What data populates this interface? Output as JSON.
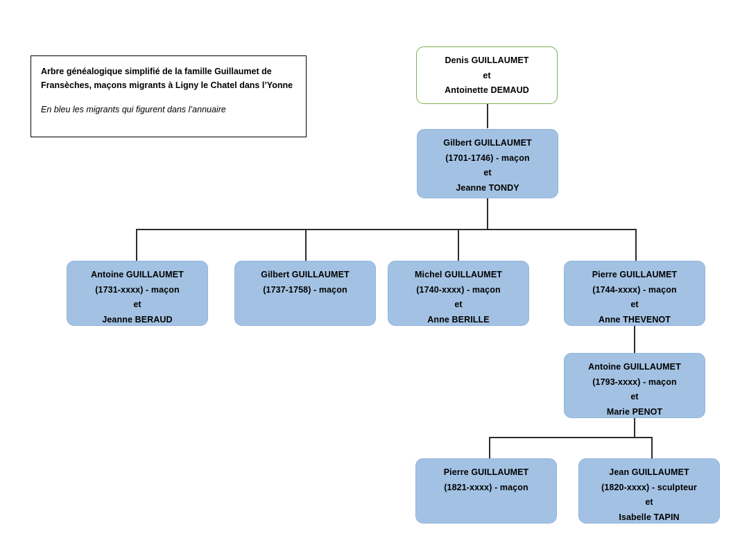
{
  "legend": {
    "title": "Arbre généalogique simplifié de la famille Guillaumet de Fransèches, maçons migrants à Ligny le Chatel dans l’Yonne",
    "note": "En bleu les migrants qui figurent dans l’annuaire"
  },
  "colors": {
    "blue_fill": "#a3c2e3",
    "blue_border": "#8fb4dd",
    "root_border": "#7cb04f",
    "connector": "#2b2b2b",
    "legend_border": "#000000"
  },
  "nodes": [
    {
      "id": "denis-guillaumet",
      "style": "root",
      "lines": [
        "Denis GUILLAUMET",
        "et",
        "Antoinette DEMAUD"
      ]
    },
    {
      "id": "gilbert-guillaumet-1701",
      "style": "blue",
      "lines": [
        "Gilbert GUILLAUMET",
        "(1701-1746) - maçon",
        "et",
        "Jeanne TONDY"
      ]
    },
    {
      "id": "antoine-guillaumet-1731",
      "style": "blue",
      "lines": [
        "Antoine GUILLAUMET",
        "(1731-xxxx) - maçon",
        "et",
        "Jeanne BERAUD"
      ]
    },
    {
      "id": "gilbert-guillaumet-1737",
      "style": "blue",
      "lines": [
        "Gilbert GUILLAUMET",
        "(1737-1758) - maçon"
      ]
    },
    {
      "id": "michel-guillaumet-1740",
      "style": "blue",
      "lines": [
        "Michel GUILLAUMET",
        "(1740-xxxx) - maçon",
        "et",
        "Anne BERILLE"
      ]
    },
    {
      "id": "pierre-guillaumet-1744",
      "style": "blue",
      "lines": [
        "Pierre GUILLAUMET",
        "(1744-xxxx) - maçon",
        "et",
        "Anne THEVENOT"
      ]
    },
    {
      "id": "antoine-guillaumet-1793",
      "style": "blue",
      "lines": [
        "Antoine GUILLAUMET",
        "(1793-xxxx) - maçon",
        "et",
        "Marie PENOT"
      ]
    },
    {
      "id": "pierre-guillaumet-1821",
      "style": "blue",
      "lines": [
        "Pierre GUILLAUMET",
        "(1821-xxxx) - maçon"
      ]
    },
    {
      "id": "jean-guillaumet-1820",
      "style": "blue",
      "lines": [
        "Jean GUILLAUMET",
        "(1820-xxxx) - sculpteur",
        "et",
        "Isabelle TAPIN"
      ]
    }
  ]
}
